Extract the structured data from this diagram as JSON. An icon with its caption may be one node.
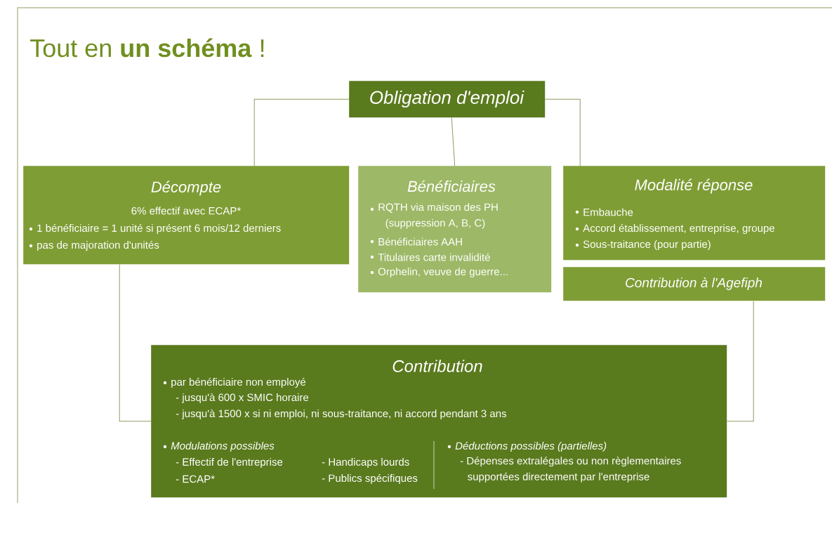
{
  "diagram": {
    "title": "Tout en **un schéma** !",
    "nodes": [
      {
        "text": [
          "Obligation d'emploi"
        ]
      },
      {
        "text": [
          "Décompte",
          "6% effectif avec ECAP*",
          "1 bénéficiaire = 1 unité si présent 6 mois/12 derniers",
          "pas de majoration d'unités"
        ]
      },
      {
        "text": [
          "Bénéficiaires",
          "RQTH via maison des PH (suppression A, B, C)",
          "Bénéficiaires AAH",
          "Titulaires carte invalidité",
          "Orphelin, veuve de guerre..."
        ]
      },
      {
        "text": [
          "Modalité réponse",
          "Embauche",
          "Accord établissement, entreprise, groupe",
          "Sous-traitance (pour partie)"
        ]
      },
      {
        "text": [
          "Contribution à l'Agefiph"
        ]
      },
      {
        "text": [
          "Contribution",
          "par bénéficiaire non employé",
          "- jusqu'à 600 x SMIC horaire",
          "- jusqu'à 1500 x si ni emploi, ni sous-traitance, ni accord pendant 3 ans",
          "Modulations possibles",
          "- Effectif de l'entreprise",
          "- ECAP*",
          "- Handicaps lourds",
          "- Publics spécifiques",
          "Déductions possibles (partielles)",
          "- Dépenses extralégales ou non règlementaires supportées directement par l'entreprise"
        ]
      }
    ],
    "edges": [
      {
        "from": 0,
        "to": 1,
        "arrow": "none"
      },
      {
        "from": 0,
        "to": 2,
        "arrow": "none"
      },
      {
        "from": 0,
        "to": 3,
        "arrow": "none"
      },
      {
        "from": 1,
        "to": 5,
        "arrow": "none"
      },
      {
        "from": 4,
        "to": 5,
        "arrow": "none"
      }
    ]
  }
}
